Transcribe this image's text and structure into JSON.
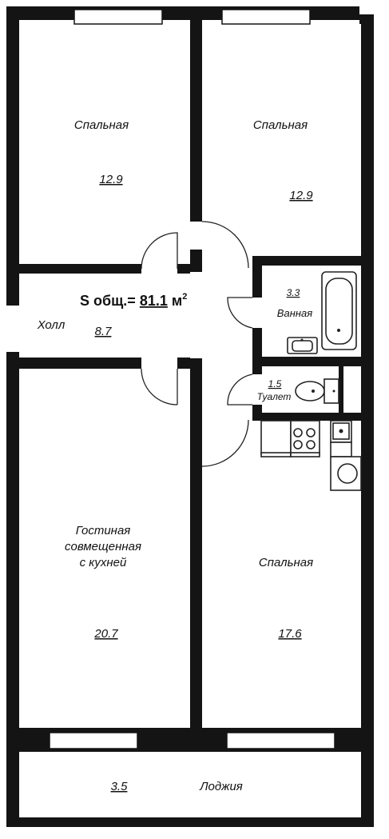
{
  "total": {
    "prefix": "S общ.= ",
    "value": "81.1",
    "unit": " м",
    "sup": "2"
  },
  "rooms": {
    "bedroom_nw": {
      "name": "Спальная",
      "area": "12.9"
    },
    "bedroom_ne": {
      "name": "Спальная",
      "area": "12.9"
    },
    "bathroom": {
      "name": "Ванная",
      "area": "3.3"
    },
    "toilet": {
      "name": "Туалет",
      "area": "1.5"
    },
    "hall": {
      "name": "Холл",
      "area": "8.7"
    },
    "living": {
      "name_l1": "Гостиная",
      "name_l2": "совмещенная",
      "name_l3": "с кухней",
      "area": "20.7"
    },
    "bedroom_se": {
      "name": "Спальная",
      "area": "17.6"
    },
    "loggia": {
      "name": "Лоджия",
      "area": "3.5"
    }
  },
  "colors": {
    "wall": "#141414",
    "background": "#ffffff"
  }
}
